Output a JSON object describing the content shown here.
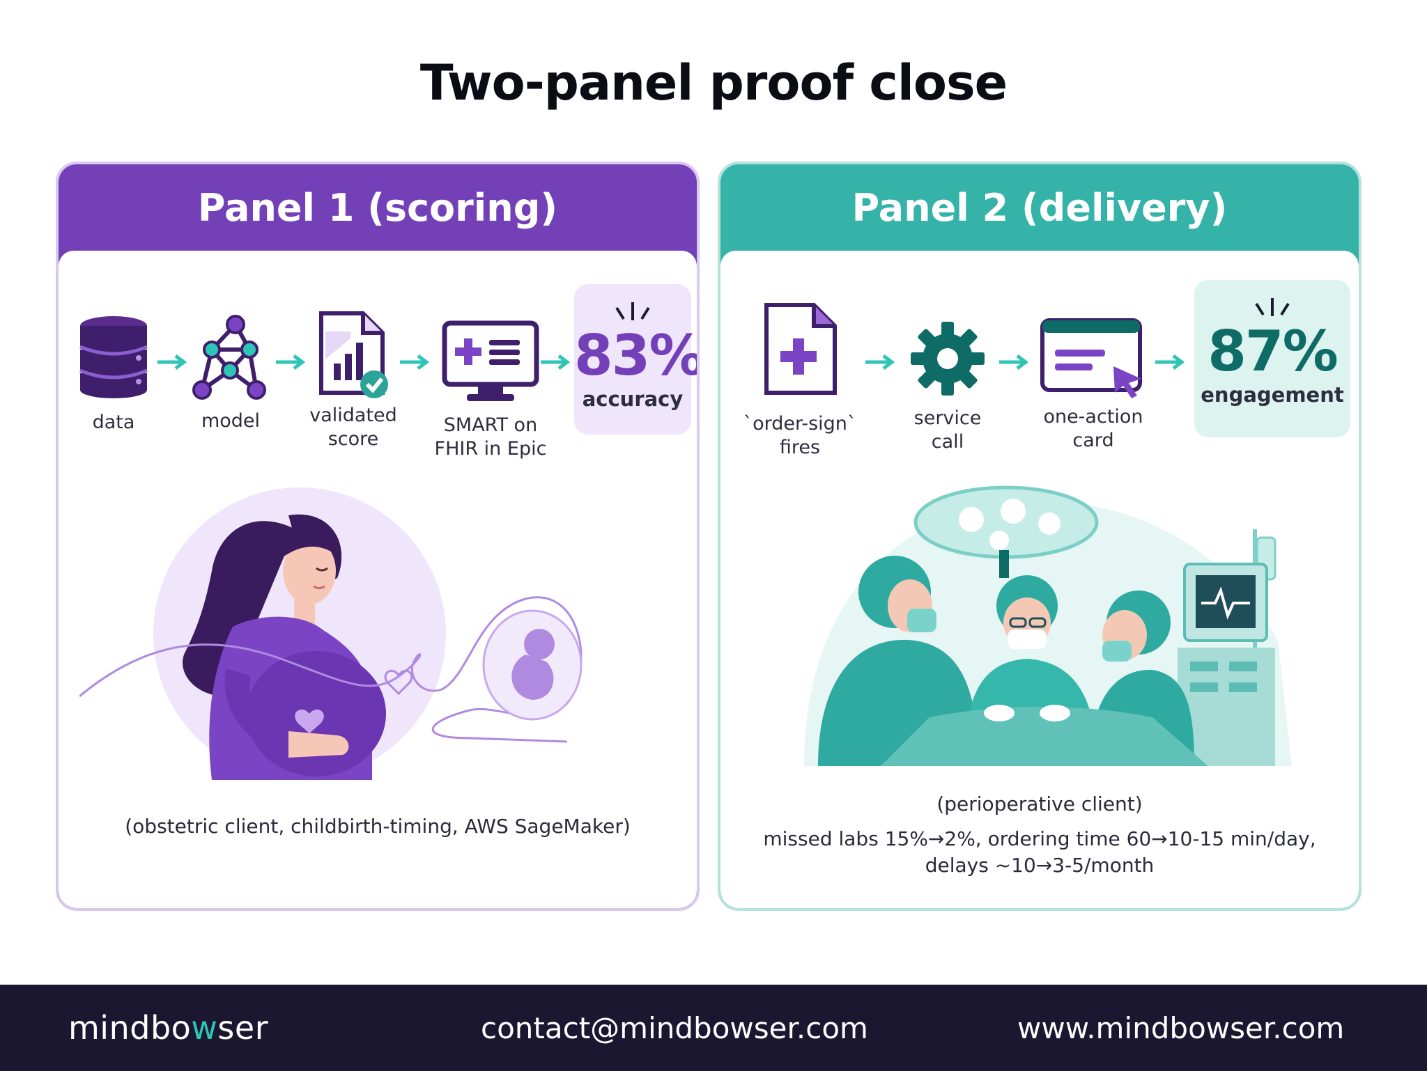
{
  "title": "Two-panel proof close",
  "panel1": {
    "header": "Panel 1 (scoring)",
    "steps": [
      {
        "icon": "database-icon",
        "label": "data"
      },
      {
        "icon": "network-model-icon",
        "label": "model"
      },
      {
        "icon": "validated-report-icon",
        "label": "validated score"
      },
      {
        "icon": "monitor-icon",
        "label": "SMART on FHIR in Epic"
      }
    ],
    "kpi_value": "83%",
    "kpi_label": "accuracy",
    "caption": "(obstetric client, childbirth-timing, AWS SageMaker)",
    "accent": "#7340b8"
  },
  "panel2": {
    "header": "Panel 2 (delivery)",
    "steps": [
      {
        "icon": "medical-document-icon",
        "label": "`order-sign` fires"
      },
      {
        "icon": "gear-icon",
        "label": "service call"
      },
      {
        "icon": "action-card-icon",
        "label": "one-action card"
      }
    ],
    "kpi_value": "87%",
    "kpi_label": "engagement",
    "caption_line1": "(perioperative client)",
    "caption_line2": "missed labs 15%→2%, ordering time 60→10-15 min/day,",
    "caption_line3": "delays ~10→3-5/month",
    "accent": "#36b3a8"
  },
  "footer": {
    "brand_pre": "mindbo",
    "brand_o": "w",
    "brand_post": "ser",
    "email": "contact@mindbowser.com",
    "website": "www.mindbowser.com"
  }
}
